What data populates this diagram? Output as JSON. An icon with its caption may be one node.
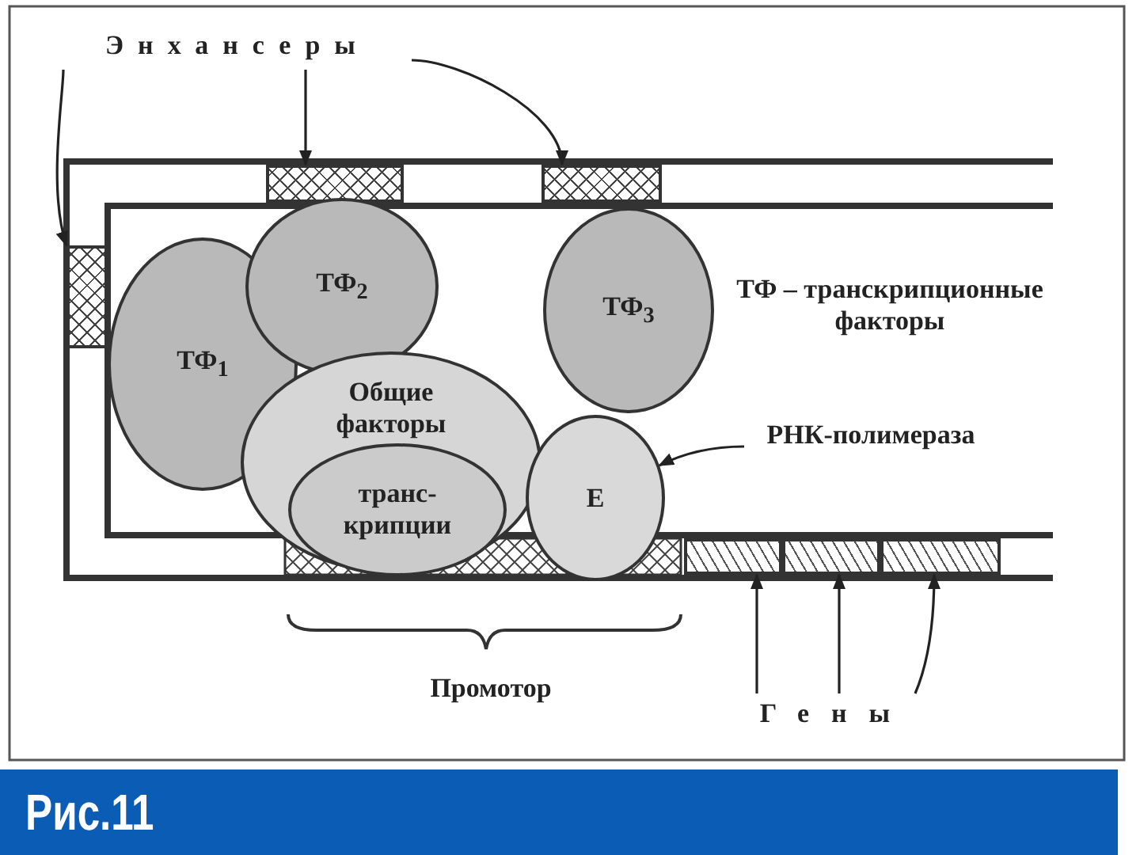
{
  "diagram": {
    "caption": "Рис.11",
    "nodes": [
      {
        "text": [
          "Энхансеры"
        ]
      },
      {
        "text": [],
        "shape": "box"
      },
      {
        "text": [],
        "shape": "box"
      },
      {
        "text": [],
        "shape": "box"
      },
      {
        "text": [
          "ТФ$_{1}$"
        ]
      },
      {
        "text": [
          "ТФ$_{2}$"
        ]
      },
      {
        "text": [
          "ТФ$_{3}$"
        ]
      },
      {
        "text": [
          "Общие факторы"
        ]
      },
      {
        "text": [
          "транс- крипции"
        ],
        "in": 7
      },
      {
        "text": [
          "E"
        ]
      },
      {
        "text": [
          "РНК-полимераза"
        ]
      },
      {
        "text": [
          "Гены"
        ]
      },
      {
        "text": [],
        "shape": "box"
      },
      {
        "text": [],
        "shape": "box"
      },
      {
        "text": [],
        "shape": "box"
      }
    ],
    "edges": [
      {
        "from": 0,
        "to": 1,
        "arrow": "to"
      },
      {
        "from": 0,
        "to": 2,
        "arrow": "to"
      },
      {
        "from": 0,
        "to": 3,
        "arrow": "to"
      },
      {
        "from": 10,
        "to": 9,
        "arrow": "to"
      },
      {
        "from": 11,
        "to": 12,
        "arrow": "to"
      },
      {
        "from": 11,
        "to": 13,
        "arrow": "to"
      },
      {
        "from": 11,
        "to": 14,
        "arrow": "to"
      }
    ],
    "labels": [
      "ТФ – транскрипционные факторы",
      "Промотор"
    ]
  }
}
